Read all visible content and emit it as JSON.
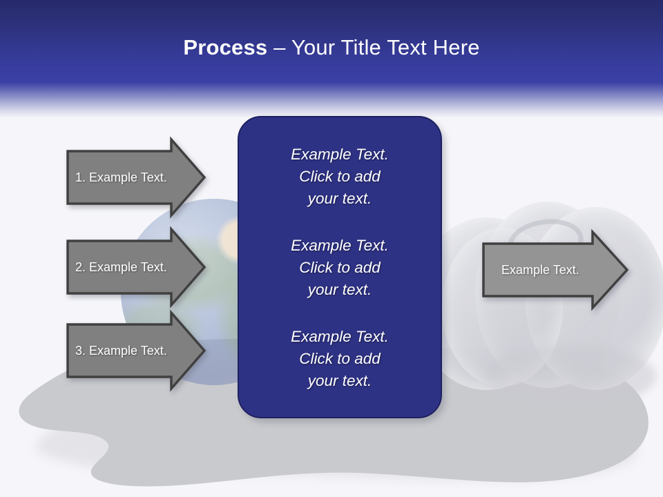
{
  "slide": {
    "title_strong": "Process",
    "title_rest": " – Your Title Text Here",
    "background_color": "#f6f6fa"
  },
  "colors": {
    "header_top": "#262a6c",
    "header_mid": "#3a3fa4",
    "header_fade": "#f3f3f8",
    "box_fill": "#2e3284",
    "box_border": "#1d2060",
    "arrow_fill": "#808080",
    "arrow_border": "#404040",
    "text_light": "#ffffff",
    "blob_gray": "#c9cace"
  },
  "center_box": {
    "paragraphs": [
      "Example Text.\nClick  to add\nyour text.",
      "Example Text.\nClick  to add\nyour text.",
      "Example Text.\nClick  to add\nyour text."
    ]
  },
  "input_arrows": [
    {
      "label": "1. Example Text."
    },
    {
      "label": "2. Example Text."
    },
    {
      "label": "3. Example Text."
    }
  ],
  "output_arrow": {
    "label": "Example Text."
  },
  "background_graphics": {
    "globe": "earth-globe-image",
    "discs": "stacked-disc-shapes",
    "blob": "gray-puddle-shape"
  }
}
